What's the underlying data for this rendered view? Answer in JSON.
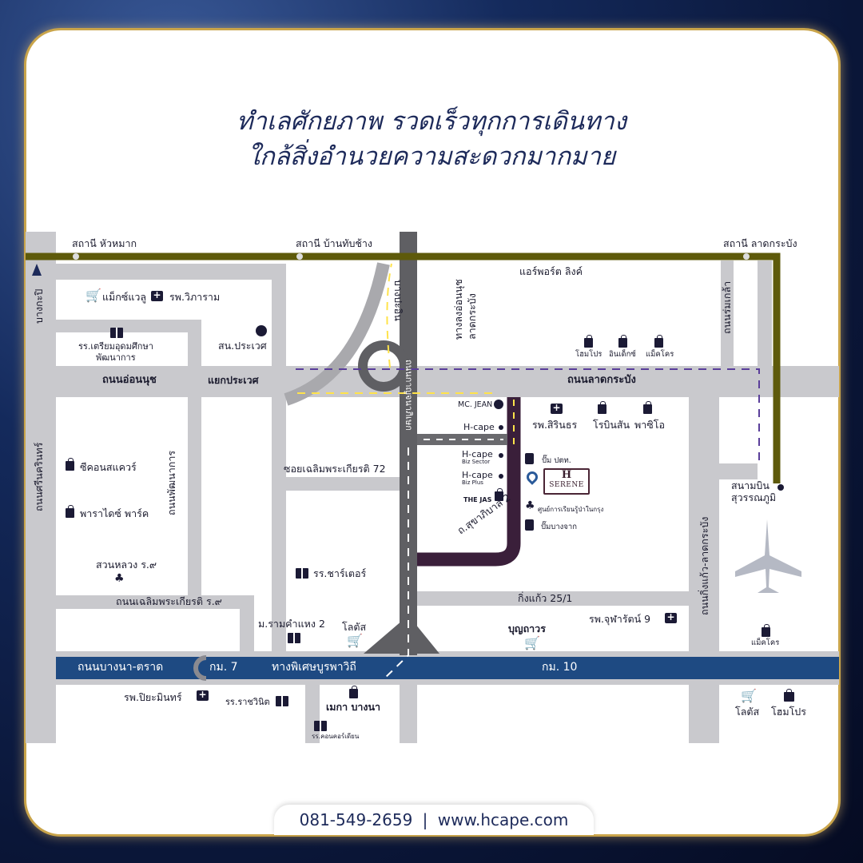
{
  "title": {
    "line1": "ทำเลศักยภาพ รวดเร็วทุกการเดินทาง",
    "line2": "ใกล้สิ่งอำนวยความสะดวกมากมาย"
  },
  "stations": {
    "huamak": "สถานี หัวหมาก",
    "banthapchang": "สถานี บ้านทับช้าง",
    "latkrabang": "สถานี ลาดกระบัง"
  },
  "rail": "แอร์พอร์ต ลิงค์",
  "roads": {
    "bangkapi": "บางกะปิ",
    "bangpain": "บางปะอิน",
    "onnut": "ถนนอ่อนนุช",
    "prawet_junction": "แยกประเวศ",
    "kanchana": "ถนนกาญจนาภิเษก",
    "exit": "ทางลงอ่อนนุช",
    "exit2": "ลาดกระบัง",
    "romklao": "ถนนร่มเกล้า",
    "latkrabang": "ถนนลาดกระบัง",
    "pattanakarn": "ถนนพัฒนาการ",
    "srinakarin": "ถนนศรีนครินทร์",
    "soi72": "ซอยเฉลิมพระเกียรติ 72",
    "sukhapiban2": "ถ.สุขาภิบาล 2",
    "rama9": "ถนนเฉลิมพระเกียรติ ร.๙",
    "kingkaew251": "กิ่งแก้ว 25/1",
    "kingkaew": "ถนนกิ่งแก้ว-ลาดกระบัง",
    "bangna": "ถนนบางนา-ตราด",
    "km7": "กม. 7",
    "burapha": "ทางพิเศษบูรพาวิถี",
    "km10": "กม. 10"
  },
  "places": {
    "maxvalu": "แม็กซ์แวลู",
    "wiparam": "รพ.วิภาราม",
    "triam1": "รร.เตรียมอุดมศึกษา",
    "triam2": "พัฒนาการ",
    "police": "สน.ประเวศ",
    "homepro1": "โฮมโปร",
    "index": "อินเด็กซ์",
    "makro1": "แม็คโคร",
    "mcjean": "MC. JEAN",
    "hcape": "H-cape",
    "hcape_sector": "H-cape",
    "sector": "Biz Sector",
    "hcape_plus": "H-cape",
    "plus": "Biz Plus",
    "thejas": "THE JAS",
    "sirindhorn": "รพ.สิรินธร",
    "robinson": "โรบินสัน",
    "paseo": "พาซิโอ",
    "ptt": "ปั๊ม ปตท.",
    "forest": "ศูนย์การเรียนรู้ป่าในกรุง",
    "bangchak": "ปั๊มบางจาก",
    "seacon": "ซีคอนสแควร์",
    "paradise": "พาราไดซ์ พาร์ค",
    "suanluang": "สวนหลวง ร.๙",
    "charter": "รร.ชาร์เตอร์",
    "ram2": "ม.รามคำแหง 2",
    "lotus1": "โลตัส",
    "boonthavorn": "บุญถาวร",
    "chularat": "รพ.จุฬารัตน์ 9",
    "airport1": "สนามบิน",
    "airport2": "สุวรรณภูมิ",
    "makro2": "แม็คโคร",
    "piyamin": "รพ.ปิยะมินทร์",
    "rajavinit": "รร.ราชวินิต",
    "mega": "เมกา บางนา",
    "concordian": "รร.คอนคอร์เดียน",
    "lotus2": "โลตัส",
    "homepro2": "โฮมโปร"
  },
  "logo": {
    "mark": "H",
    "name": "SERENE"
  },
  "footer": {
    "phone": "081-549-2659",
    "sep": "|",
    "web": "www.hcape.com"
  },
  "colors": {
    "rail": "#5e5a0b",
    "road": "#c9c9cd",
    "highway": "#1e4a82",
    "project_road": "#3a1f3a",
    "accent": "#1d2a5a"
  }
}
